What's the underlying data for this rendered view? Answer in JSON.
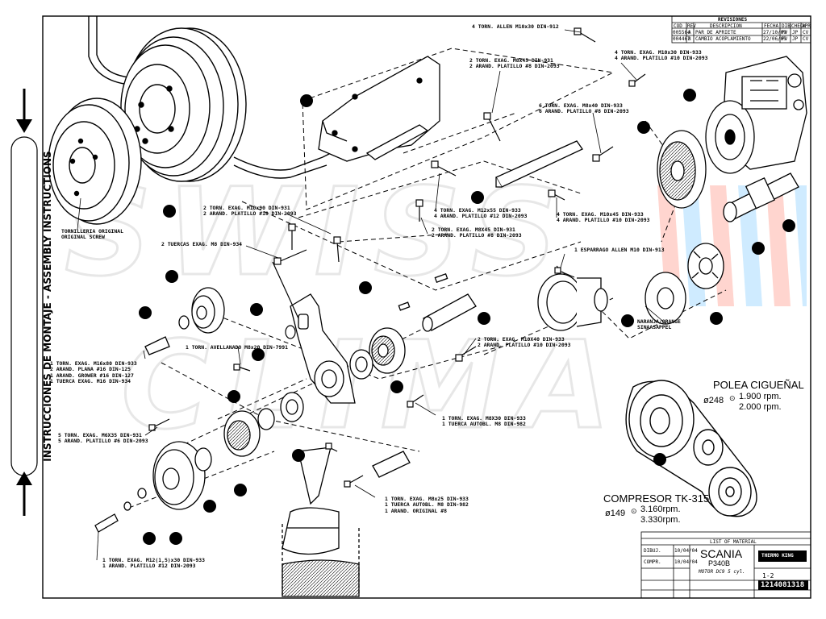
{
  "sidebar": {
    "text": "INSTRUCCIONES DE MONTAJE - ASSEMBLY INSTRUCTIONS"
  },
  "watermark": {
    "text": "SWISS CLIMA",
    "colors": [
      "#ff9a8a",
      "#8fd3ff"
    ]
  },
  "revisions": {
    "title": "REVISIONES",
    "headers": [
      "COD",
      "REV",
      "DESCRIPCION",
      "FECHA",
      "DIB",
      "CHECK",
      "APR"
    ],
    "rows": [
      [
        "005564",
        "A",
        "PAR DE APRIETE",
        "27/10/09",
        "PV",
        "JP",
        "CV"
      ],
      [
        "004467",
        "B",
        "CAMBIO ACOPLAMIENTO",
        "22/06/05",
        "PV",
        "JP",
        "CV"
      ]
    ]
  },
  "notes": {
    "allen_screw": "4 TORN. ALLEN M10x30 DIN-912",
    "m10x30_bracket": "4 TORN. EXAG. M10x30 DIN-933\n4 ARAND. PLATILLO #10 DIN-2093",
    "m8x45_top": "2 TORN. EXAG. M8x45 DIN-931\n2 ARAND. PLATILLO #8 DIN-2093",
    "m8x40": "6 TORN. EXAG. M8x40 DIN-933\n6 ARAND. PLATILLO #8 DIN-2093",
    "m12x55": "4 TORN. EXAG. M12x55 DIN-933\n4 ARAND. PLATILLO #12 DIN-2093",
    "m8x45_mid": "2 TORN. EXAG. M8X45 DIN-931\n2 ARAND. PLATILLO #8 DIN-2093",
    "m10x45": "4 TORN. EXAG. M10x45 DIN-933\n4 ARAND. PLATILLO #10 DIN-2093",
    "original_screw": "TORNILLERIA ORIGINAL\nORIGINAL SCREW",
    "m10x90": "2 TORN. EXAG. M10x90 DIN-931\n2 ARAND. PLATILLO #10 DIN-2093",
    "nuts_m8": "2 TUERCAS EXAG. M8 DIN-934",
    "allen_set_screw": "1 ESPARRAGO ALLEN M10 DIN-913",
    "coupling": "NARANJA/ORANGE\nSINAASAPPEL",
    "m16x80": "1 TORN. EXAG. M16x80 DIN-933\n2 ARAND. PLANA #16 DIN-125\n1 ARAND. GROWER #16 DIN-127\n1 TUERCA EXAG. M16 DIN-934",
    "countersunk": "1 TORN. AVELLANADO M8x20 DIN-7991",
    "m10x40": "2 TORN. EXAG. M10X40 DIN-933\n2 ARAND. PLATILLO #10 DIN-2093",
    "m8x30": "1 TORN. EXAG. M8X30 DIN-933\n1 TUERCA AUTOBL. M8 DIN-982",
    "m6x35": "5 TORN. EXAG. M6X35 DIN-931\n5 ARAND. PLATILLO #6 DIN-2093",
    "m8x25": "1 TORN. EXAG. M8x25 DIN-933\n1 TUERCA AUTOBL. M8 DIN-982\n1 ARAND. ORIGINAL #8",
    "m12": "1 TORN. EXAG. M12(1,5)x30 DIN-933\n1 ARAND. PLATILLO #12 DIN-2093"
  },
  "pulleys": {
    "crank_title": "POLEA CIGUEÑAL",
    "crank_diam": "ø248",
    "crank_rpm": [
      "1.900 rpm.",
      "2.000 rpm."
    ],
    "comp_title": "COMPRESOR TK-315",
    "comp_diam": "ø149",
    "comp_rpm": [
      "3.160rpm.",
      "3.330rpm."
    ]
  },
  "title_block": {
    "parts_list": "LIST OF MATERIAL",
    "brand": "SCANIA",
    "model": "P340B",
    "engine": "MOTOR DC9 5 cyl.",
    "sheet": "1-2",
    "company": "THERMO KING",
    "drawing_number": "1214081318",
    "drawn": "DIBUJ.",
    "checked": "COMPR.",
    "dates": [
      "10/04/04",
      "10/04/04"
    ]
  }
}
